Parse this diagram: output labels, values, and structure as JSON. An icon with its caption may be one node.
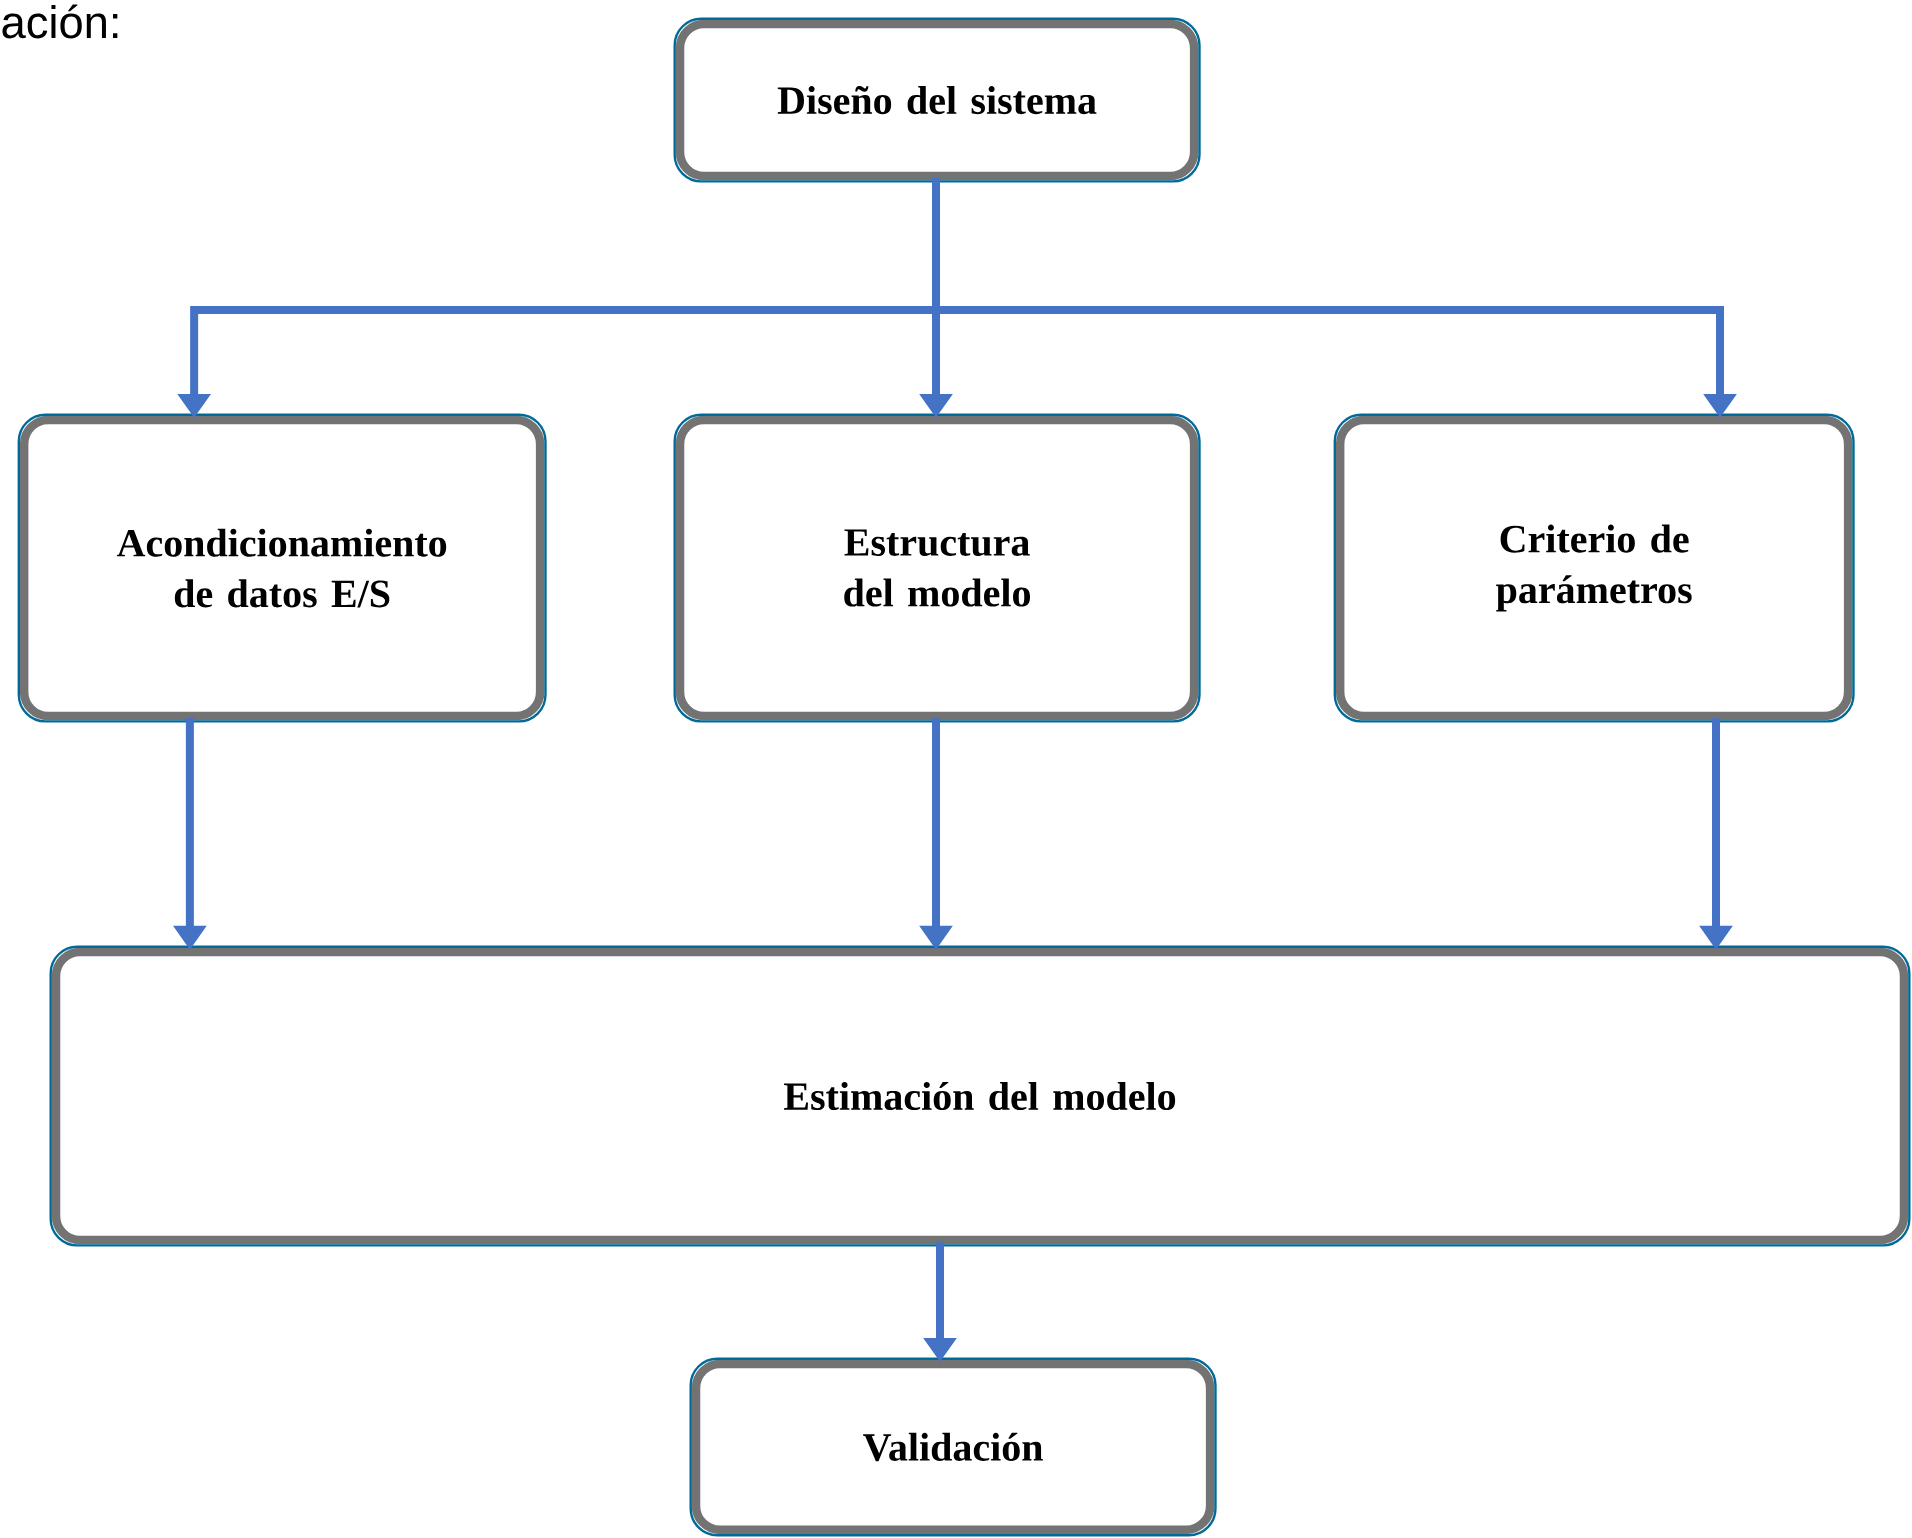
{
  "diagram": {
    "nodes": [
      {
        "text": [
          "Diseño del sistema"
        ]
      },
      {
        "text": [
          "Acondicionamiento de datos E/S"
        ]
      },
      {
        "text": [
          "Estructura del modelo"
        ]
      },
      {
        "text": [
          "Criterio de parámetros"
        ]
      },
      {
        "text": [
          "Estimación del modelo"
        ]
      },
      {
        "text": [
          "Validación"
        ]
      }
    ],
    "edges": [
      {
        "from": 0,
        "to": 1,
        "arrow": "to"
      },
      {
        "from": 0,
        "to": 2,
        "arrow": "to"
      },
      {
        "from": 0,
        "to": 3,
        "arrow": "to"
      },
      {
        "from": 1,
        "to": 4,
        "arrow": "to"
      },
      {
        "from": 2,
        "to": 4,
        "arrow": "to"
      },
      {
        "from": 3,
        "to": 4,
        "arrow": "to"
      },
      {
        "from": 4,
        "to": 5,
        "arrow": "to"
      }
    ],
    "labels": [
      "ación:"
    ]
  }
}
